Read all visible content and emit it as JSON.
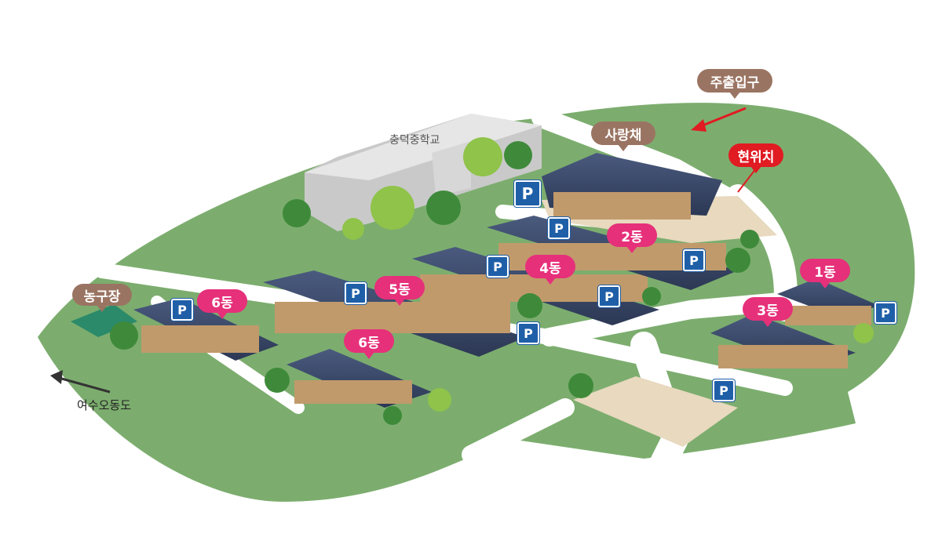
{
  "map": {
    "colors": {
      "grass": "#7cad6e",
      "road": "#ffffff",
      "roof": "#3b4a6b",
      "wall": "#b8926a",
      "dirt": "#e8d9bf",
      "pink_pin": "#e6307a",
      "brown_pin": "#9a7462",
      "red_pin": "#e01b22",
      "parking": "#1f5fa8"
    },
    "labels": {
      "entrance": "주출입구",
      "sarangchae": "사랑채",
      "current_location": "현위치",
      "school": "충덕중학교",
      "basketball": "농구장",
      "direction": "여수오동도",
      "dong1": "1동",
      "dong2": "2동",
      "dong3": "3동",
      "dong4": "4동",
      "dong5": "5동",
      "dong6a": "6동",
      "dong6b": "6동",
      "parking": "P"
    }
  }
}
